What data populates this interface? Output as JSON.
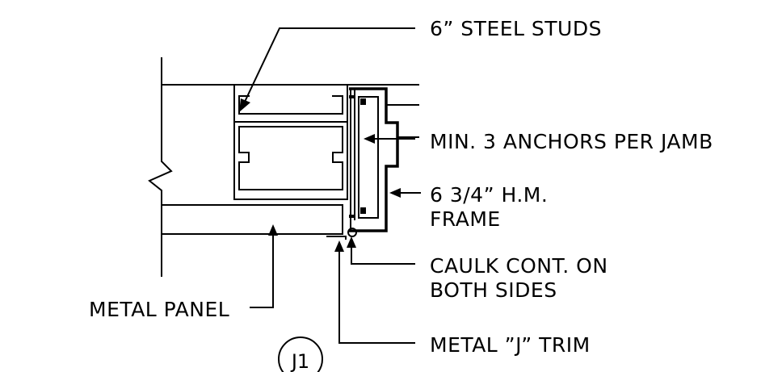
{
  "labels": {
    "steel_studs": "6” STEEL STUDS",
    "anchors": "MIN. 3 ANCHORS PER JAMB",
    "frame_line1": "6 3/4” H.M.",
    "frame_line2": "FRAME",
    "caulk_line1": "CAULK CONT. ON",
    "caulk_line2": "BOTH SIDES",
    "metal_panel": "METAL PANEL",
    "j_trim": "METAL ”J” TRIM"
  },
  "detail_tag": "J1"
}
